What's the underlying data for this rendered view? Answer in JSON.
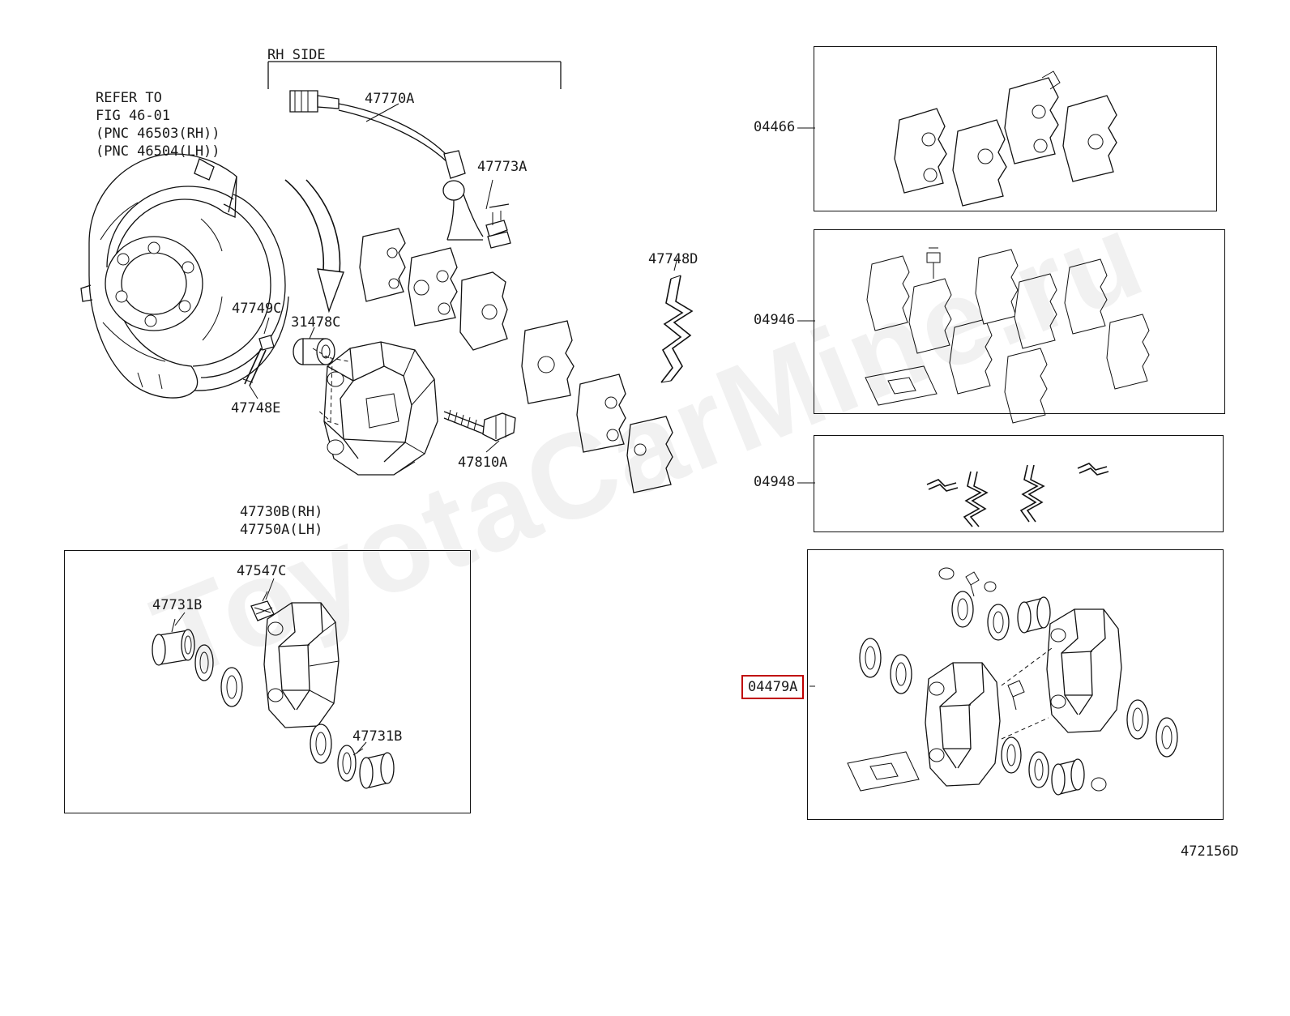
{
  "diagram": {
    "drawing_number": "472156D",
    "watermark_text": "ToyotaCarMine.ru",
    "header_note": "RH SIDE",
    "refer_note": "REFER TO\nFIG 46-01\n(PNC 46503(RH))\n(PNC 46504(LH))"
  },
  "part_labels": {
    "sensor": "47770A",
    "sensor_clip": "47773A",
    "pad_support": "47748D",
    "bleeder": "47749C",
    "bush": "31478C",
    "slide_pin": "47748E",
    "bolt": "47810A",
    "caliper_rh_lh": "47730B(RH)\n47750A(LH)",
    "piston_seal": "47547C",
    "seal_kit_top": "47731B",
    "seal_kit_bottom": "47731B"
  },
  "kits": [
    {
      "code": "04466",
      "name": "front-pad-kit"
    },
    {
      "code": "04946",
      "name": "pad-shim-kit"
    },
    {
      "code": "04948",
      "name": "pad-clip-kit"
    },
    {
      "code": "04479A",
      "name": "caliper-seal-kit",
      "highlighted": true,
      "highlight_color": "#c00000"
    }
  ]
}
